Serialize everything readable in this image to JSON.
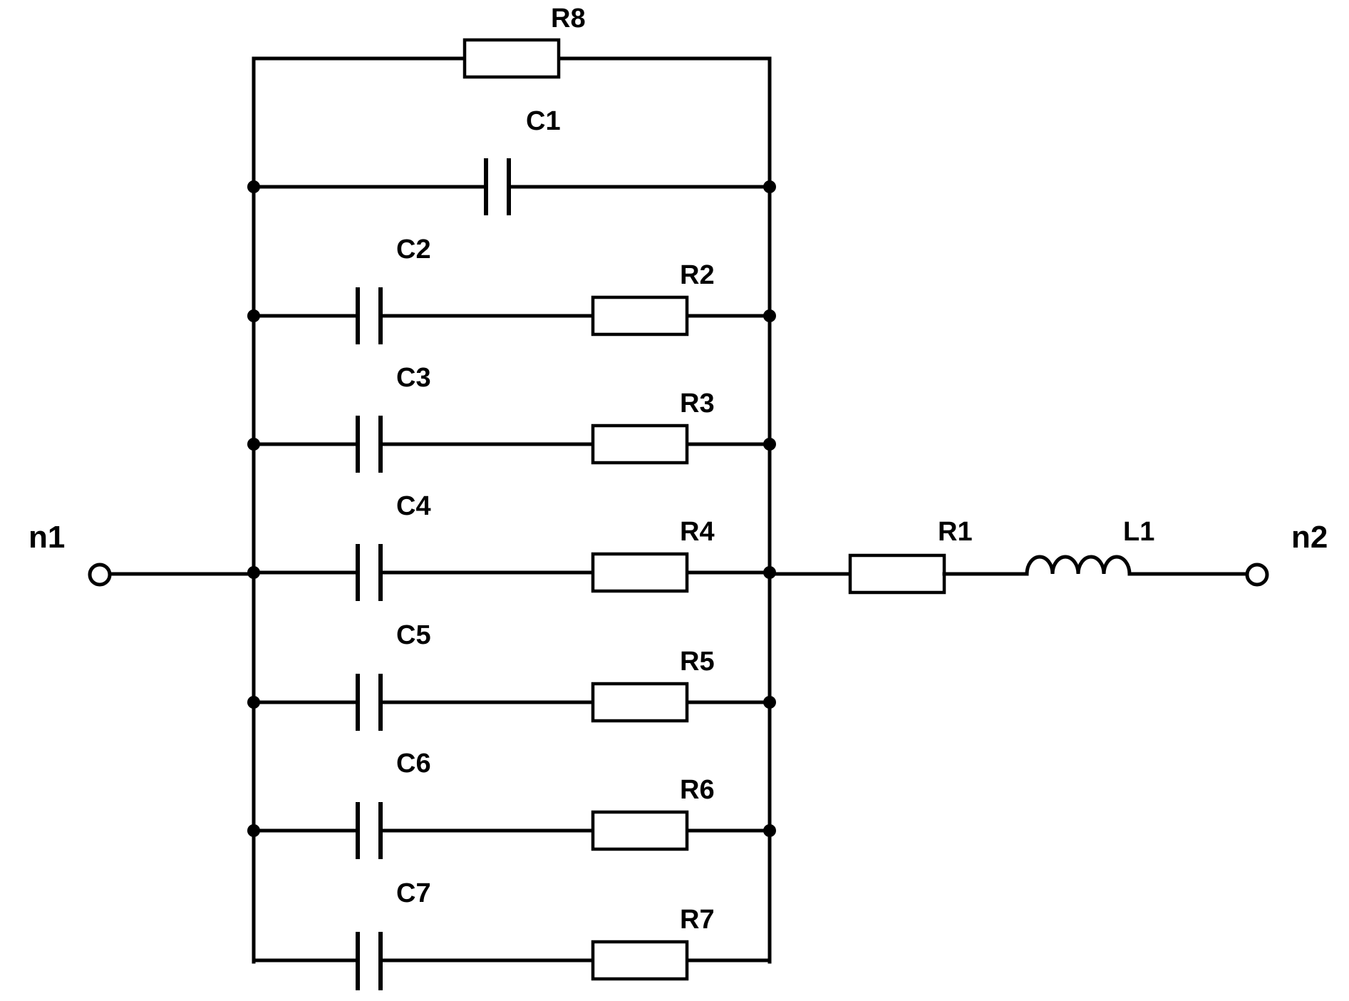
{
  "diagram": {
    "terminals": {
      "left": "n1",
      "right": "n2"
    },
    "top_resistor": "R8",
    "top_capacitor": "C1",
    "branches": [
      {
        "capacitor": "C2",
        "resistor": "R2"
      },
      {
        "capacitor": "C3",
        "resistor": "R3"
      },
      {
        "capacitor": "C4",
        "resistor": "R4"
      },
      {
        "capacitor": "C5",
        "resistor": "R5"
      },
      {
        "capacitor": "C6",
        "resistor": "R6"
      },
      {
        "capacitor": "C7",
        "resistor": "R7"
      }
    ],
    "series_resistor": "R1",
    "series_inductor": "L1"
  }
}
